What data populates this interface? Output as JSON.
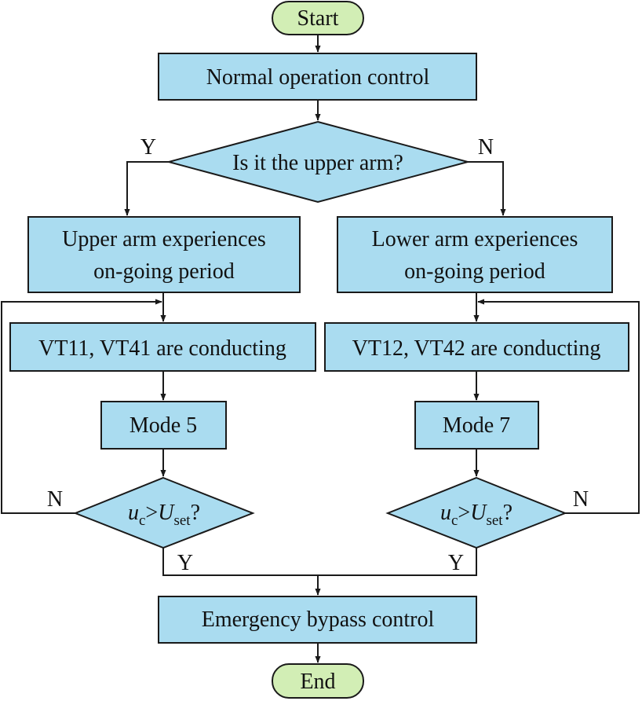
{
  "terminals": {
    "start": "Start",
    "end": "End"
  },
  "process": {
    "normal": "Normal operation control",
    "upper_line1": "Upper arm experiences",
    "upper_line2": "on-going period",
    "lower_line1": "Lower arm experiences",
    "lower_line2": "on-going period",
    "vt_left": "VT11, VT41 are conducting",
    "vt_right": "VT12, VT42 are conducting",
    "mode_left": "Mode 5",
    "mode_right": "Mode 7",
    "emergency": "Emergency bypass control"
  },
  "decisions": {
    "upper_arm": "Is it the upper arm?",
    "compare": {
      "u": "u",
      "u_sub": "c",
      "op": ">",
      "U": "U",
      "U_sub": "set",
      "q": "?"
    }
  },
  "branch_labels": {
    "yes": "Y",
    "no": "N"
  },
  "colors": {
    "process_fill": "#aadcf0",
    "terminal_fill": "#d2eeb5",
    "stroke": "#1a1a1a"
  }
}
